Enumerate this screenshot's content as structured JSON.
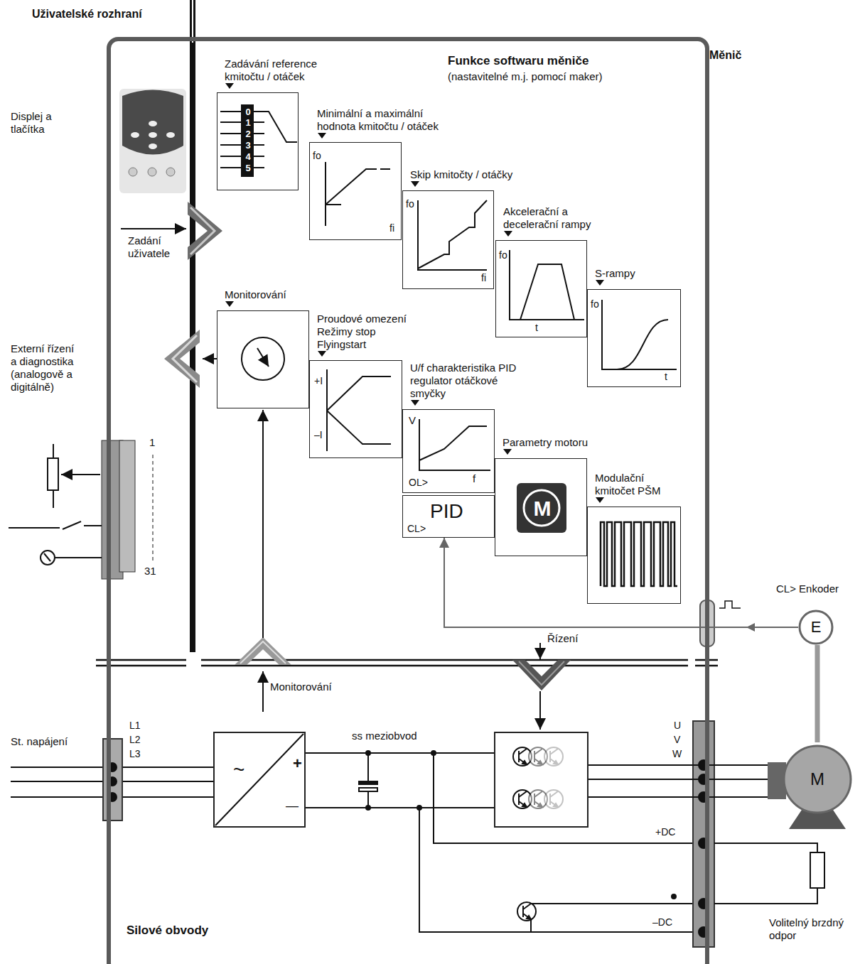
{
  "diagram": {
    "nodes": [
      {
        "text": [
          "Měnič"
        ]
      },
      {
        "text": [
          "Zadávání reference kmitočtu / otáček",
          "0",
          "1",
          "2",
          "3",
          "4",
          "5"
        ],
        "in": 0
      },
      {
        "text": [
          "Minimální a maximální hodnota kmitočtu / otáček",
          "fo",
          "fi"
        ],
        "in": 0
      },
      {
        "text": [
          "Skip kmitočty / otáčky",
          "fo",
          "fi"
        ],
        "in": 0
      },
      {
        "text": [
          "Akcelerační a decelerační rampy",
          "fo",
          "t"
        ],
        "in": 0
      },
      {
        "text": [
          "S-rampy",
          "fo",
          "t"
        ],
        "in": 0
      },
      {
        "text": [
          "Monitorování"
        ],
        "in": 0
      },
      {
        "text": [
          "Proudové omezení",
          "Režimy stop",
          "Flyingstart",
          "+I",
          "–I"
        ],
        "in": 0
      },
      {
        "text": [
          "U/f charakteristika PID regulator otáčkové smyčky",
          "V",
          "f",
          "OL>"
        ],
        "in": 0
      },
      {
        "text": [
          "PID",
          "CL>"
        ],
        "in": 0
      },
      {
        "text": [
          "Parametry motoru",
          "M"
        ],
        "in": 0
      },
      {
        "text": [
          "Modulační kmitočet PŠM"
        ],
        "in": 0
      },
      {
        "text": [
          "~",
          "+",
          "—"
        ],
        "in": 0
      },
      {
        "text": [],
        "in": 0
      },
      {
        "text": [
          "M"
        ]
      },
      {
        "text": [
          "E"
        ]
      }
    ],
    "edges": [
      {
        "from": 15,
        "to": 9,
        "arrow": "to"
      },
      {
        "from": 12,
        "to": 13,
        "arrow": "none"
      },
      {
        "from": 13,
        "to": 14,
        "arrow": "none"
      },
      {
        "from": 14,
        "to": 15,
        "arrow": "none"
      }
    ],
    "labels": [
      "Uživatelské rozhraní",
      "Funkce softwaru měniče",
      "(nastavitelné m.j. pomocí maker)",
      "Displej a tlačítka",
      "Zadání uživatele",
      "Externí řízení a diagnostika (analogově a digitálně)",
      "1",
      "31",
      "CL> Enkoder",
      "Řízení",
      "Monitorování",
      "St. napájení",
      "L1",
      "L2",
      "L3",
      "ss meziobvod",
      "U",
      "V",
      "W",
      "+DC",
      "–DC",
      "Volitelný brzdný odpor",
      "Silové obvody"
    ]
  }
}
